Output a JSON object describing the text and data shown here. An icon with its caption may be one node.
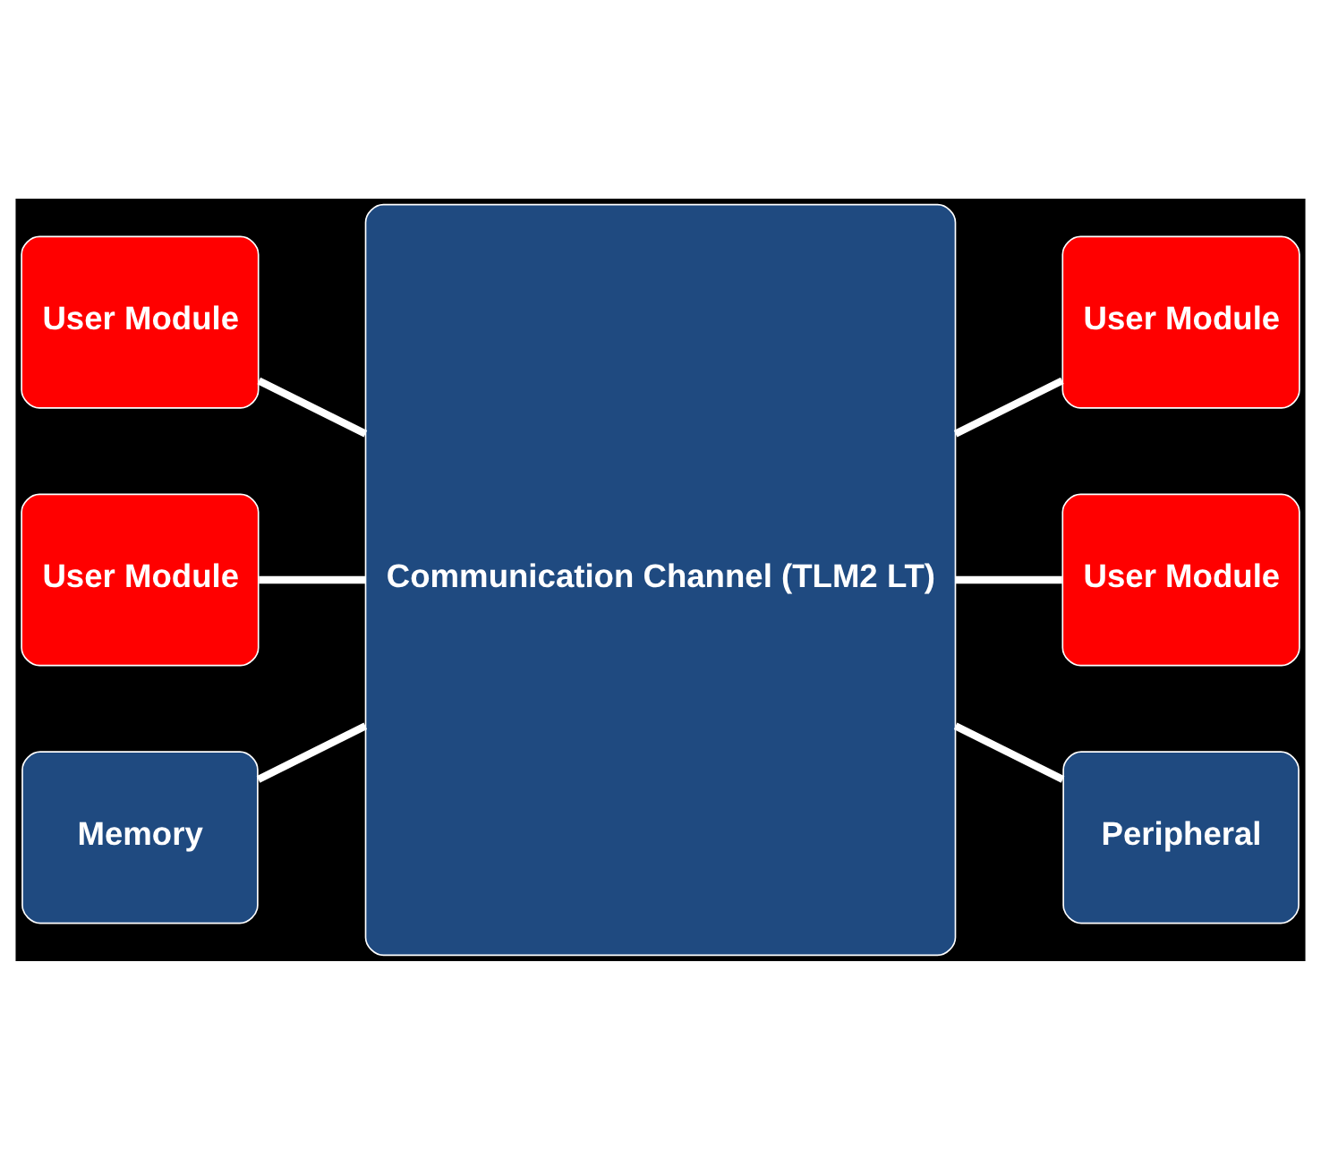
{
  "diagram": {
    "nodes": [
      {
        "text": [
          "User Module"
        ]
      },
      {
        "text": [
          "Communication Channel (TLM2 LT)"
        ]
      },
      {
        "text": [
          "User Module"
        ]
      },
      {
        "text": [
          "User Module"
        ]
      },
      {
        "text": [
          "User Module"
        ]
      },
      {
        "text": [
          "Memory"
        ]
      },
      {
        "text": [
          "Peripheral"
        ]
      }
    ],
    "edges": [
      {
        "from": 0,
        "to": 1,
        "arrow": "none"
      },
      {
        "from": 1,
        "to": 2,
        "arrow": "none"
      },
      {
        "from": 3,
        "to": 1,
        "arrow": "none"
      },
      {
        "from": 1,
        "to": 4,
        "arrow": "none"
      },
      {
        "from": 5,
        "to": 1,
        "arrow": "none"
      },
      {
        "from": 1,
        "to": 6,
        "arrow": "none"
      }
    ]
  }
}
